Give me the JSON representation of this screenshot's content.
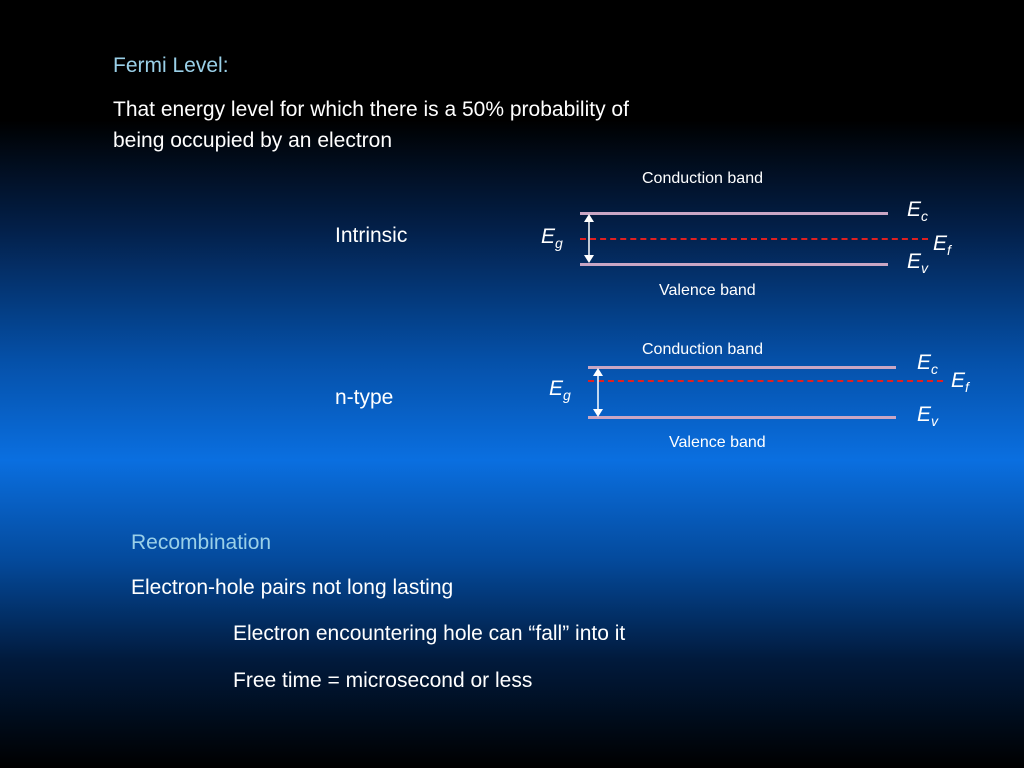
{
  "fermi": {
    "heading": "Fermi Level:",
    "definition_line1": "That energy level for which there is a 50% probability of",
    "definition_line2": "being occupied by an electron"
  },
  "intrinsic": {
    "label": "Intrinsic",
    "conduction_label": "Conduction band",
    "valence_label": "Valence band",
    "eg_main": "E",
    "eg_sub": "g",
    "ec_main": "E",
    "ec_sub": "c",
    "ef_main": "E",
    "ef_sub": "f",
    "ev_main": "E",
    "ev_sub": "v"
  },
  "ntype": {
    "label": "n-type",
    "conduction_label": "Conduction band",
    "valence_label": "Valence band",
    "eg_main": "E",
    "eg_sub": "g",
    "ec_main": "E",
    "ec_sub": "c",
    "ef_main": "E",
    "ef_sub": "f",
    "ev_main": "E",
    "ev_sub": "v"
  },
  "recombination": {
    "heading": "Recombination",
    "line1": "Electron-hole pairs not long lasting",
    "line2": "Electron encountering hole can “fall” into it",
    "line3": "Free time =  microsecond or less"
  },
  "colors": {
    "heading": "#9ad0e8",
    "band_line": "#c9a6c4",
    "fermi_line": "#e02020",
    "text": "#ffffff"
  }
}
